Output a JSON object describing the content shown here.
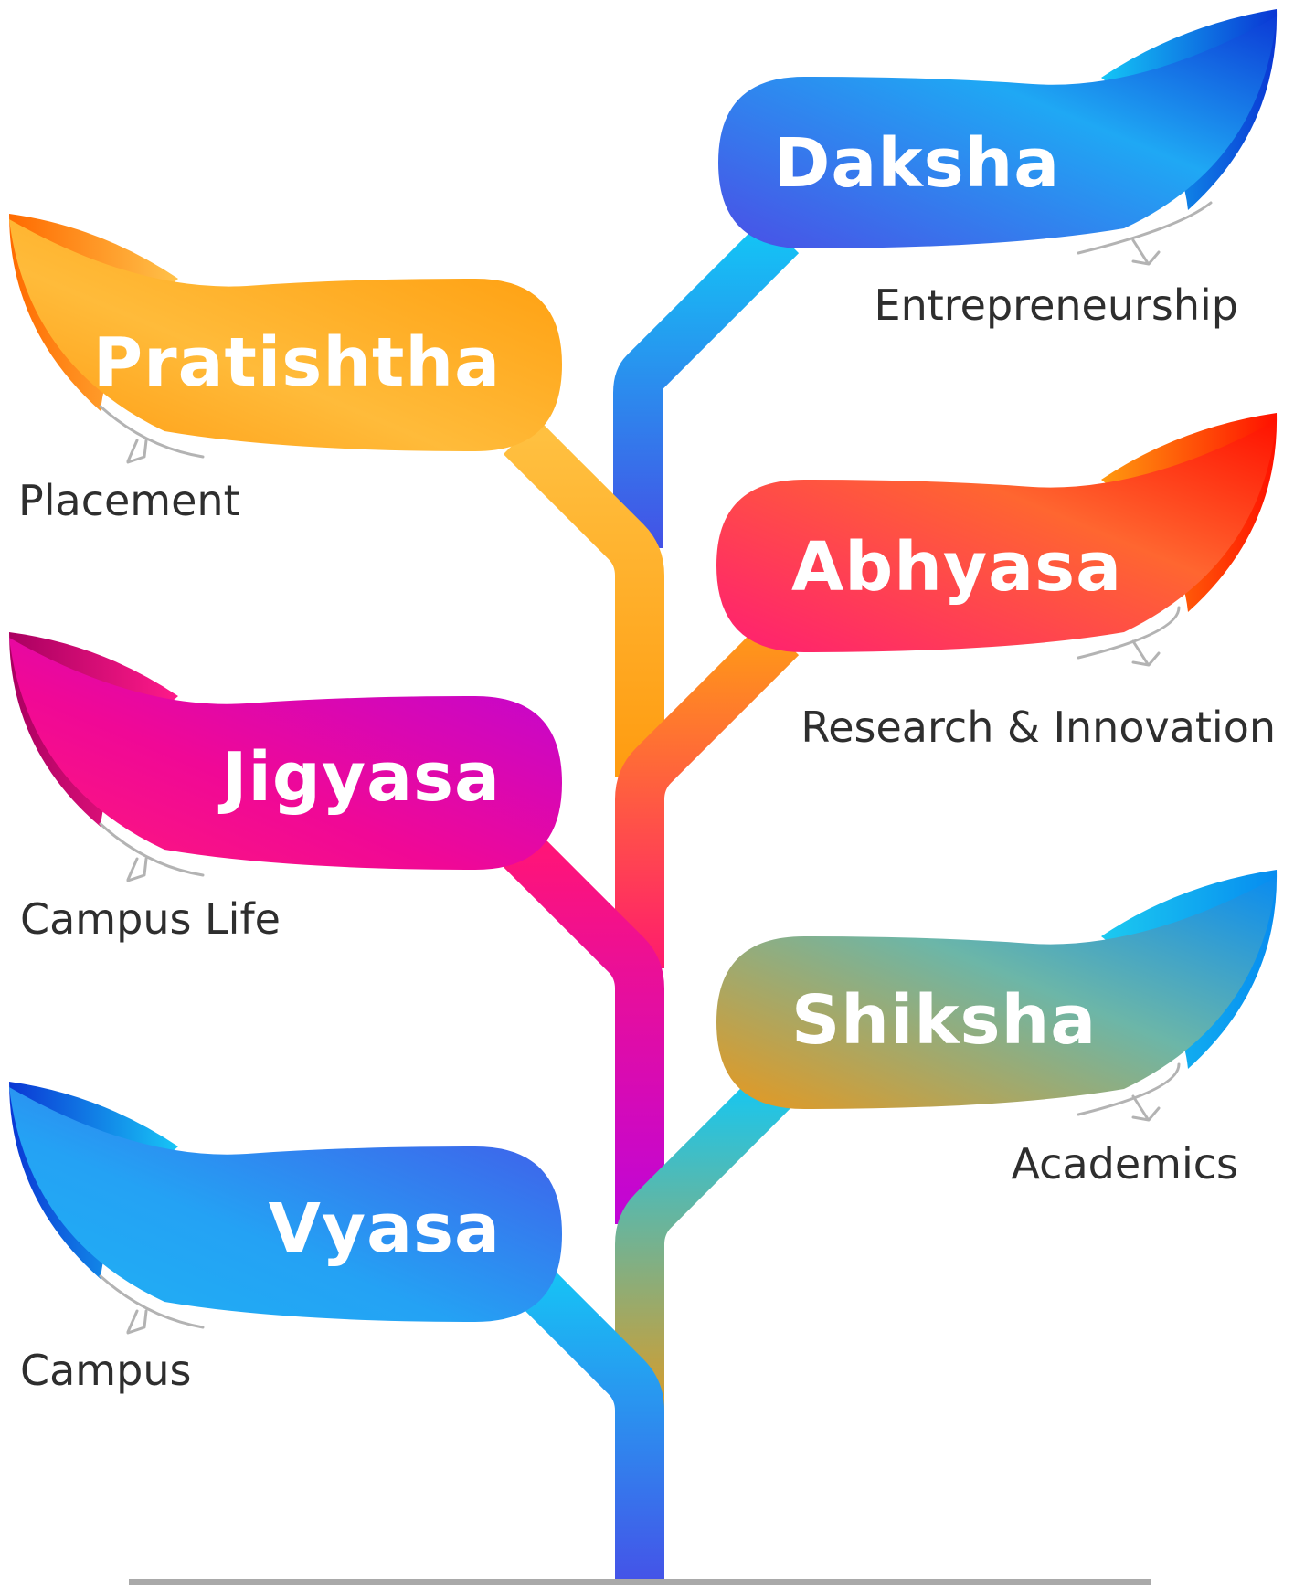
{
  "branches": [
    {
      "title": "Daksha",
      "caption": "Entrepreneurship",
      "side": "right",
      "colors": [
        "#4a55e8",
        "#2b8cf2",
        "#0b3fd8"
      ]
    },
    {
      "title": "Pratishtha",
      "caption": "Placement",
      "side": "left",
      "colors": [
        "#ff8a00",
        "#ffc042",
        "#ff9d12"
      ]
    },
    {
      "title": "Abhyasa",
      "caption": "Research & Innovation",
      "side": "right",
      "colors": [
        "#ff2d6f",
        "#ff6a2a",
        "#ff1400"
      ]
    },
    {
      "title": "Jigyasa",
      "caption": "Campus Life",
      "side": "left",
      "colors": [
        "#ff1578",
        "#c700cf",
        "#b8007a"
      ]
    },
    {
      "title": "Shiksha",
      "caption": "Academics",
      "side": "right",
      "colors": [
        "#e59a23",
        "#5cb8c0",
        "#0a8ef0"
      ]
    },
    {
      "title": "Vyasa",
      "caption": "Campus",
      "side": "left",
      "colors": [
        "#4255ea",
        "#1ba9f2",
        "#0a34d6"
      ]
    }
  ]
}
